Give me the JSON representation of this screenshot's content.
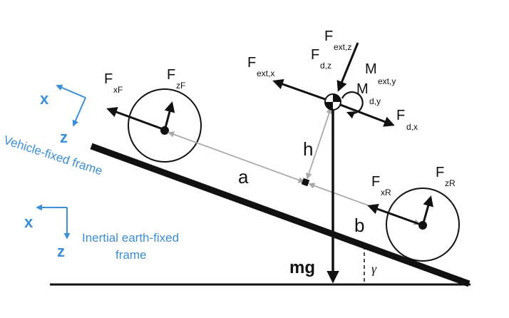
{
  "frames": {
    "vehicle_fixed": {
      "label": "Vehicle-fixed frame",
      "x_axis": "x",
      "z_axis": "z"
    },
    "inertial": {
      "label_line1": "Inertial earth-fixed",
      "label_line2": "frame",
      "x_axis": "x",
      "z_axis": "z"
    }
  },
  "forces": {
    "front_longitudinal": {
      "main": "F",
      "sub": "xF"
    },
    "front_normal": {
      "main": "F",
      "sub": "zF"
    },
    "rear_longitudinal": {
      "main": "F",
      "sub": "xR"
    },
    "rear_normal": {
      "main": "F",
      "sub": "zR"
    },
    "ext_z": {
      "main": "F",
      "sub": "ext,z"
    },
    "drag_z": {
      "main": "F",
      "sub": "d,z"
    },
    "ext_x": {
      "main": "F",
      "sub": "ext,x"
    },
    "drag_x": {
      "main": "F",
      "sub": "d,x"
    },
    "moment_ext_y": {
      "main": "M",
      "sub": "ext,y"
    },
    "moment_drag_y": {
      "main": "M",
      "sub": "d,y"
    },
    "weight": "mg"
  },
  "dimensions": {
    "a": "a",
    "b": "b",
    "h": "h",
    "gamma": "γ"
  },
  "colors": {
    "blue": "#3a8fd6",
    "black": "#111111",
    "gray": "#aaaaaa"
  }
}
